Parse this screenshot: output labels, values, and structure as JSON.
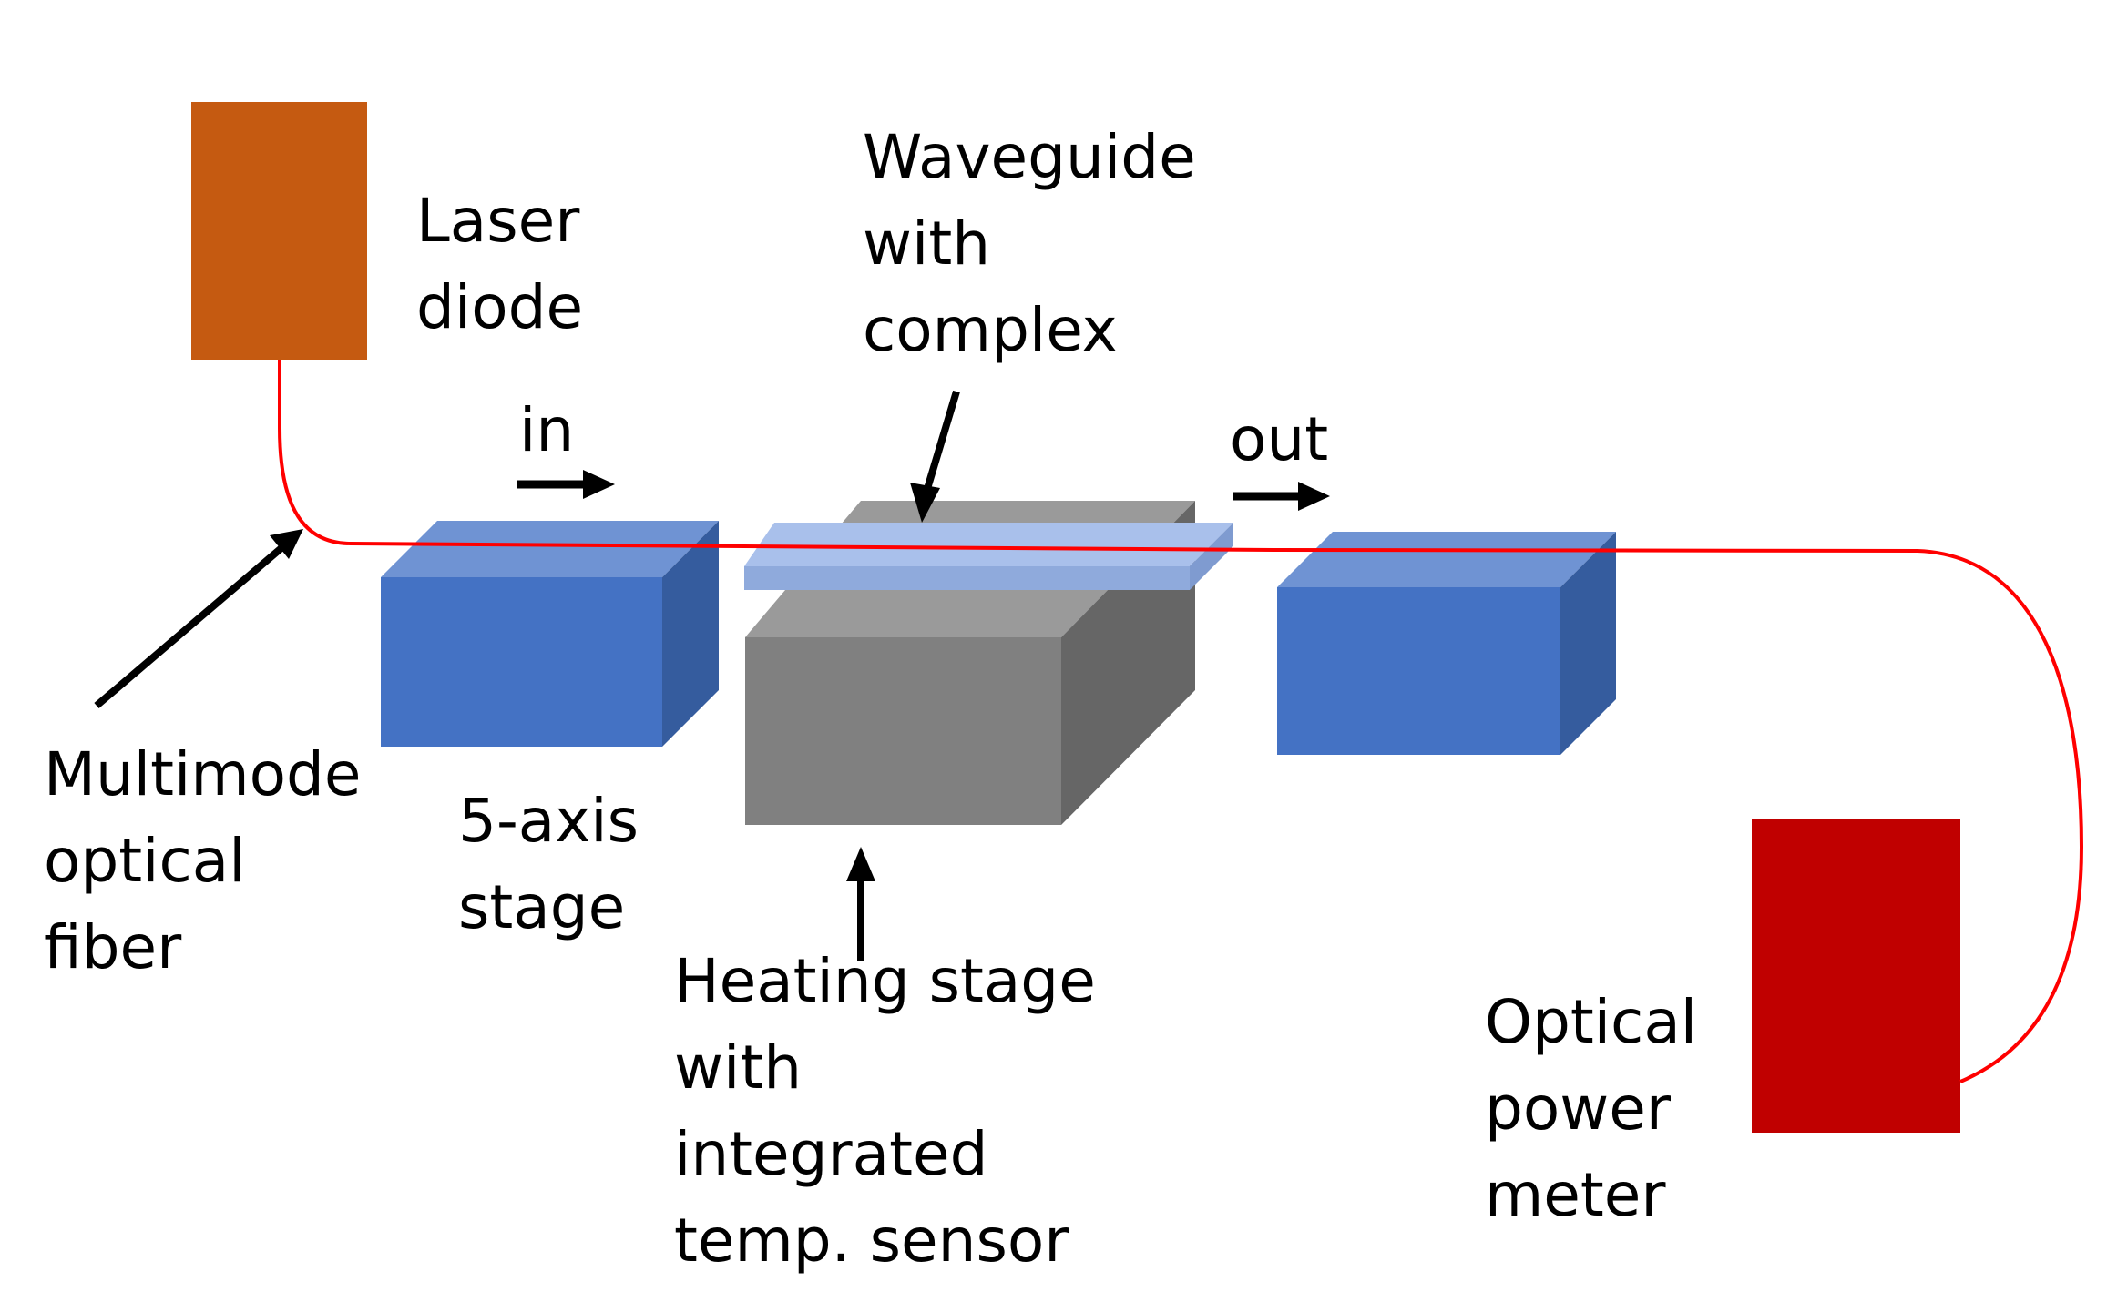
{
  "labels": {
    "laser_diode": [
      "Laser",
      "diode"
    ],
    "waveguide": [
      "Waveguide",
      "with",
      "complex"
    ],
    "in": "in",
    "out": "out",
    "fiber": [
      "Multimode",
      "optical",
      "fiber"
    ],
    "stage_5axis": [
      "5-axis",
      "stage"
    ],
    "heating_stage": [
      "Heating stage",
      "with",
      "integrated",
      "temp. sensor"
    ],
    "power_meter": [
      "Optical",
      "power",
      "meter"
    ]
  },
  "colors": {
    "laser_diode": "#C55A11",
    "power_meter": "#C00000",
    "fiber": "#FF0000",
    "stage_front": "#4472C4",
    "stage_top": "#6F93D3",
    "stage_side": "#355C9E",
    "heater_front": "#808080",
    "heater_top": "#9A9A9A",
    "heater_side": "#666666",
    "waveguide_top": "#A9C0EB",
    "waveguide_front": "#8FAADC",
    "arrow": "#000000"
  }
}
